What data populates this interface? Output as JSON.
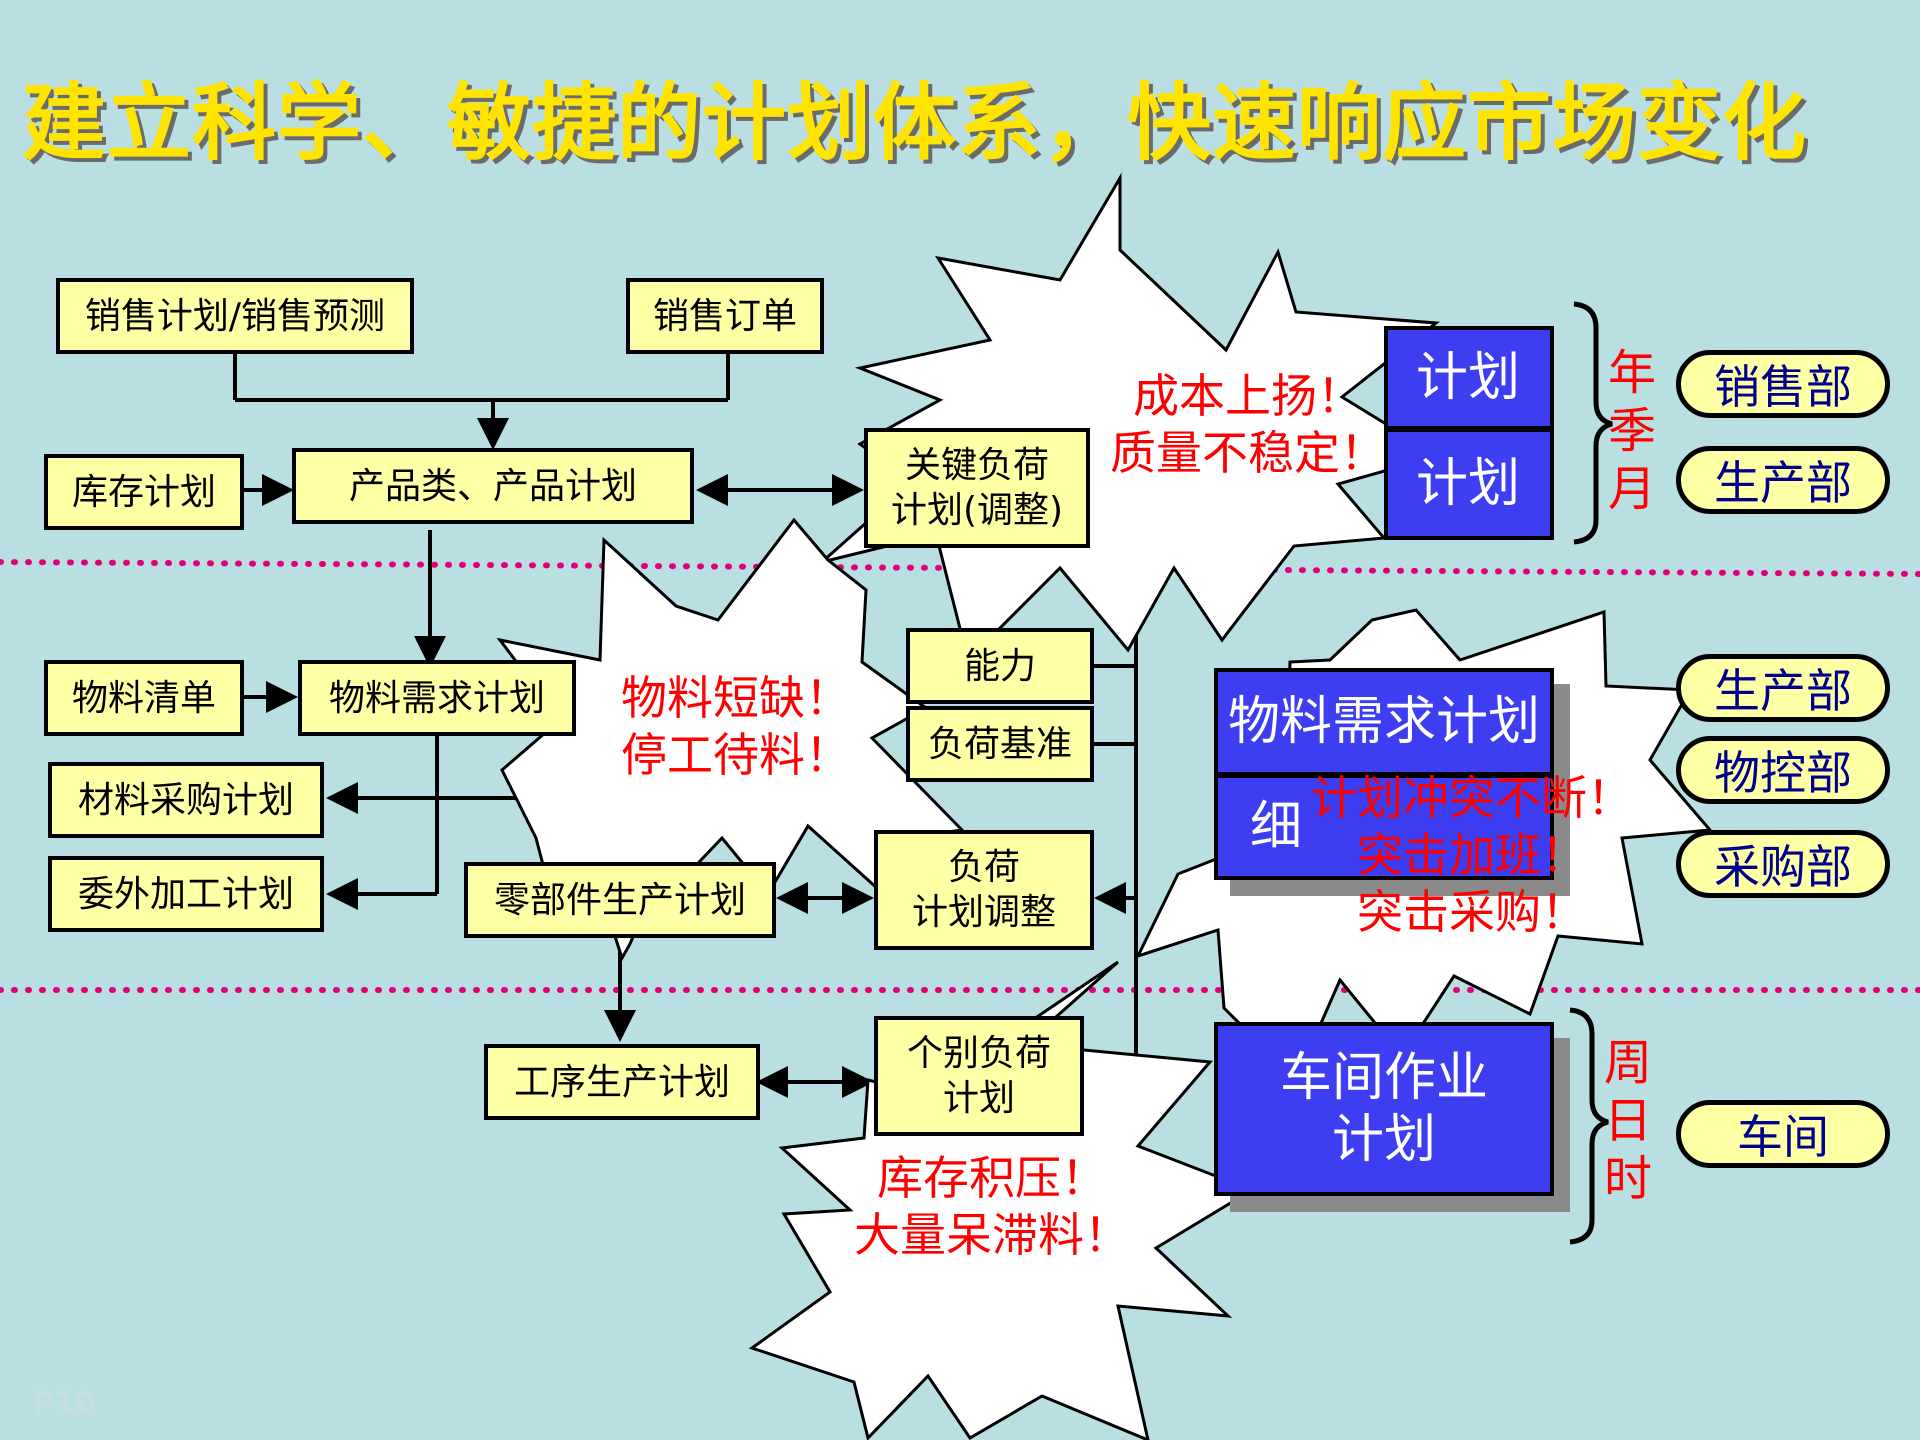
{
  "title": "建立科学、敏捷的计划体系，快速响应市场变化",
  "page_number": "P10",
  "boxes": {
    "sales_plan": "销售计划/销售预测",
    "sales_order": "销售订单",
    "inventory_plan": "库存计划",
    "product_plan": "产品类、产品计划",
    "key_load_plan": "关键负荷\n计划(调整)",
    "bom": "物料清单",
    "mrp": "物料需求计划",
    "capacity": "能力",
    "load_baseline": "负荷基准",
    "material_purchase": "材料采购计划",
    "outsource": "委外加工计划",
    "parts_plan": "零部件生产计划",
    "load_adjust": "负荷\n计划调整",
    "process_plan": "工序生产计划",
    "individual_load": "个别负荷\n计划"
  },
  "blue_boxes": {
    "top_right_1": "计划",
    "top_right_2": "计划",
    "mrp_blue": "物料需求计划",
    "mrp_blue_2": "细",
    "workshop": "车间作业\n计划"
  },
  "vertical_labels": {
    "year_season_month": "年\n季\n月",
    "week_day_hour": "周\n日\n时"
  },
  "departments": {
    "sales_dept": "销售部",
    "production_dept_1": "生产部",
    "production_dept_2": "生产部",
    "material_control_dept": "物控部",
    "purchase_dept": "采购部",
    "workshop_dept": "车间"
  },
  "bursts": {
    "cost": "成本上扬！\n质量不稳定！",
    "shortage": "物料短缺！\n停工待料！",
    "conflict": "计划冲突不断！\n突击加班！\n突击采购！",
    "stock": "库存积压！\n大量呆滞料！"
  },
  "colors": {
    "background": "#b9dfe3",
    "title": "#ffe400",
    "box_fill": "#ffffa6",
    "blue_box": "#3d3df2",
    "alert_text": "#ff0000",
    "dept_text": "#00008b",
    "dotted_line": "#e0007a"
  }
}
